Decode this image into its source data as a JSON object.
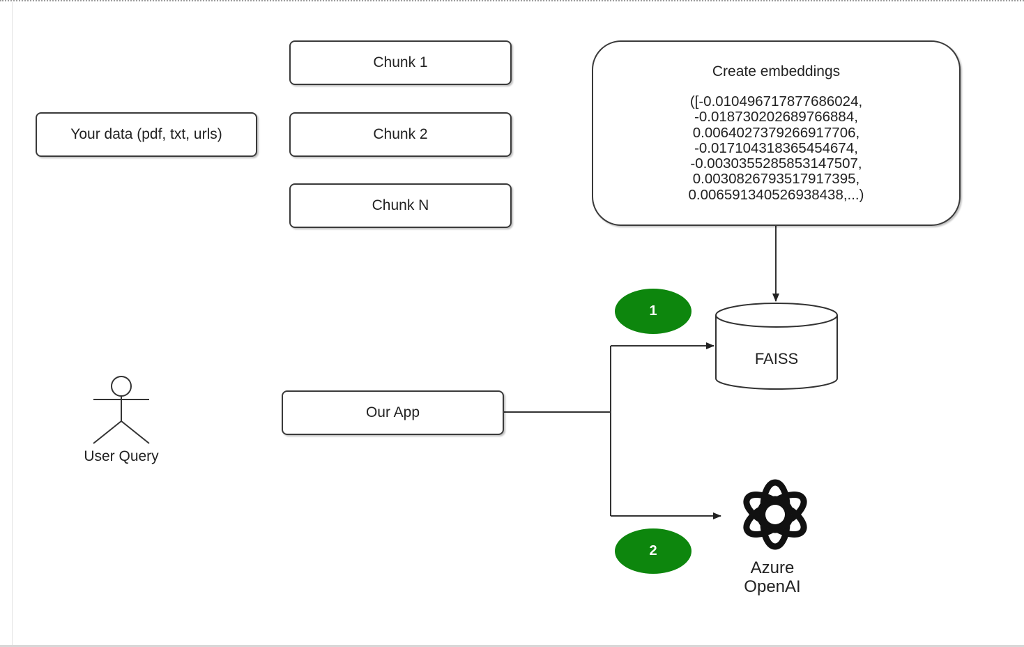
{
  "diagram": {
    "data_source": {
      "label": "Your data (pdf, txt, urls)"
    },
    "chunks": [
      {
        "label": "Chunk 1"
      },
      {
        "label": "Chunk 2"
      },
      {
        "label": "Chunk N"
      }
    ],
    "embeddings": {
      "title": "Create embeddings",
      "values": [
        "([-0.010496717877686024,",
        "-0.018730202689766884,",
        "0.006402737926691​7706,",
        "-0.017104318365454674,",
        "-0.0030355285853147507,",
        "0.0030826793517917395,",
        "0.006591340526938438,...)"
      ]
    },
    "vector_store": {
      "label": "FAISS"
    },
    "user": {
      "label": "User Query"
    },
    "app": {
      "label": "Our App"
    },
    "llm": {
      "label_line1": "Azure",
      "label_line2": "OpenAI",
      "icon": "openai-logo-icon"
    },
    "steps": [
      {
        "number": "1",
        "color": "#0d860d"
      },
      {
        "number": "2",
        "color": "#0d860d"
      }
    ]
  }
}
